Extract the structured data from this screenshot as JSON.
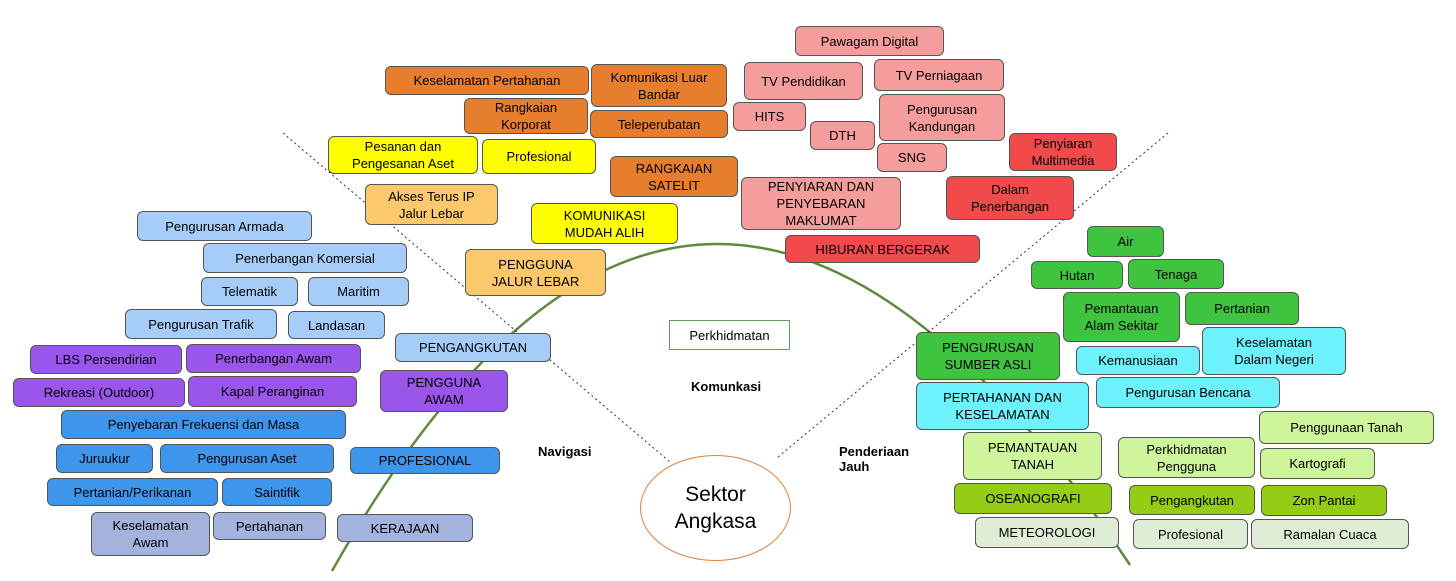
{
  "diagram": {
    "center": "Sektor\nAngkasa",
    "sectors": {
      "navigation": "Navigasi",
      "communication": "Komunkasi",
      "remote_sensing": "Penderiaan\nJauh"
    },
    "services_label": "Perkhidmatan",
    "communication_nodes": {
      "keselamatan_pertahanan": "Keselamatan Pertahanan",
      "komunikasi_luar_bandar": "Komunikasi Luar\nBandar",
      "rangkaian_korporat": "Rangkaian\nKorporat",
      "teleperubatan": "Teleperubatan",
      "pesanan": "Pesanan dan\nPengesanan Aset",
      "profesional": "Profesional",
      "rangkaian_satelit": "RANGKAIAN\nSATELIT",
      "akses_terus_ip": "Akses Terus IP\nJalur Lebar",
      "komunikasi_mudah_alih": "KOMUNIKASI\nMUDAH ALIH",
      "pengguna_jalur_lebar": "PENGGUNA\nJALUR LEBAR",
      "pawagam_digital": "Pawagam Digital",
      "tv_pendidikan": "TV Pendidikan",
      "tv_perniagaan": "TV Perniagaan",
      "hits": "HITS",
      "dth": "DTH",
      "pengurusan_kandungan": "Pengurusan\nKandungan",
      "sng": "SNG",
      "penyiaran_multimedia": "Penyiaran\nMultimedia",
      "penyiaran_penyebaran": "PENYIARAN DAN\nPENYEBARAN\nMAKLUMAT",
      "dalam_penerbangan": "Dalam\nPenerbangan",
      "hiburan_bergerak": "HIBURAN BERGERAK"
    },
    "navigation_nodes": {
      "pengurusan_armada": "Pengurusan Armada",
      "penerbangan_komersial": "Penerbangan Komersial",
      "telematik": "Telematik",
      "maritim": "Maritim",
      "pengurusan_trafik": "Pengurusan Trafik",
      "landasan": "Landasan",
      "pengangkutan": "PENGANGKUTAN",
      "lbs_persendirian": "LBS Persendirian",
      "penerbangan_awam": "Penerbangan Awam",
      "pengguna_awam": "PENGGUNA\nAWAM",
      "rekreasi": "Rekreasi (Outdoor)",
      "kapal_peranginan": "Kapal Peranginan",
      "penyebaran_frekuensi": "Penyebaran Frekuensi dan Masa",
      "juruukur": "Juruukur",
      "pengurusan_aset": "Pengurusan Aset",
      "profesional": "PROFESIONAL",
      "pertanian_perikanan": "Pertanian/Perikanan",
      "saintifik": "Saintifik",
      "keselamatan_awam": "Keselamatan\nAwam",
      "pertahanan": "Pertahanan",
      "kerajaan": "KERAJAAN"
    },
    "remote_sensing_nodes": {
      "air": "Air",
      "hutan": "Hutan",
      "tenaga": "Tenaga",
      "pemantauan_alam": "Pemantauan\nAlam Sekitar",
      "pertanian": "Pertanian",
      "pengurusan_sumber_asli": "PENGURUSAN\nSUMBER ASLI",
      "kemanusiaan": "Kemanusiaan",
      "keselamatan_dalam_negeri": "Keselamatan\nDalam Negeri",
      "pertahanan_keselamatan": "PERTAHANAN DAN\nKESELAMATAN",
      "pengurusan_bencana": "Pengurusan Bencana",
      "penggunaan_tanah": "Penggunaan Tanah",
      "pemantauan_tanah": "PEMANTAUAN\nTANAH",
      "perkhidmatan_pengguna": "Perkhidmatan\nPengguna",
      "kartografi": "Kartografi",
      "oseanografi": "OSEANOGRAFI",
      "pengangkutan": "Pengangkutan",
      "zon_pantai": "Zon Pantai",
      "meteorologi": "METEOROLOGI",
      "profesional": "Profesional",
      "ramalan_cuaca": "Ramalan Cuaca"
    }
  }
}
